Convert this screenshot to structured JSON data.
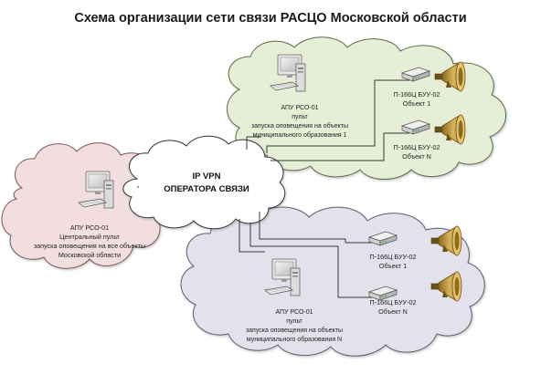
{
  "title": "Схема организации сети связи РАСЦО Московской области",
  "colors": {
    "green_cloud": "#e6efd6",
    "pink_cloud": "#f2dede",
    "purple_cloud": "#e3e2ec",
    "center_cloud": "#ffffff",
    "horn": "#c9a24a"
  },
  "center": {
    "line1": "IP VPN",
    "line2": "ОПЕРАТОРА СВЯЗИ"
  },
  "left": {
    "line1": "АПУ РСО-01",
    "line2": "Центральный пульт",
    "line3": "запуска оповещения на все объекты",
    "line4": "Московской области"
  },
  "top": {
    "apu": {
      "line1": "АПУ РСО-01",
      "line2": "пульт",
      "line3": "запуска оповещения на объекты",
      "line4": "муниципального образования 1"
    },
    "devices": [
      {
        "name": "П-166Ц БУУ-02",
        "object": "Объект 1"
      },
      {
        "name": "П-166Ц БУУ-02",
        "object": "Объект N"
      }
    ]
  },
  "bottom": {
    "apu": {
      "line1": "АПУ РСО-01",
      "line2": "пульт",
      "line3": "запуска оповещения на объекты",
      "line4": "муниципального образования N"
    },
    "devices": [
      {
        "name": "П-166Ц БУУ-02",
        "object": "Объект 1"
      },
      {
        "name": "П-166Ц БУУ-02",
        "object": "Объект N"
      }
    ]
  },
  "icons": [
    "computer-icon",
    "network-device-icon",
    "loudspeaker-icon",
    "cloud"
  ]
}
